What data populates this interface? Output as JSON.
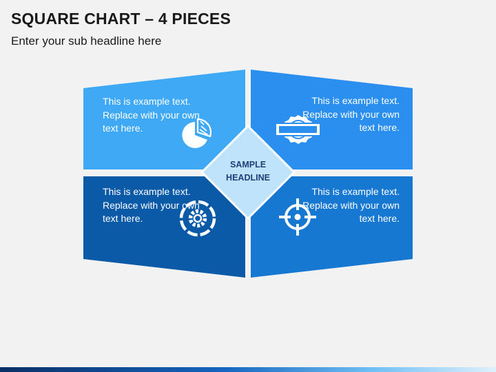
{
  "header": {
    "title": "SQUARE CHART – 4 PIECES",
    "subtitle": "Enter your sub headline here"
  },
  "center": {
    "line1": "SAMPLE",
    "line2": "HEADLINE"
  },
  "quadrants": [
    {
      "position": "top-left",
      "text": "This is example text. Replace with your own text here.",
      "icon": "pie-chart-icon",
      "color": "#3fa9f5"
    },
    {
      "position": "top-right",
      "text": "This is example text. Replace with your own text here.",
      "icon": "badge-banner-icon",
      "color": "#2b8ff0"
    },
    {
      "position": "bottom-left",
      "text": "This is example text. Replace with your own text here.",
      "icon": "gear-icon",
      "color": "#0b5aa8"
    },
    {
      "position": "bottom-right",
      "text": "This is example text. Replace with your own text here.",
      "icon": "target-crosshair-icon",
      "color": "#1778d2"
    }
  ],
  "colors": {
    "center_fill": "#bfe3fb",
    "title_text": "#1a1a1a",
    "center_text": "#1f3f78"
  }
}
